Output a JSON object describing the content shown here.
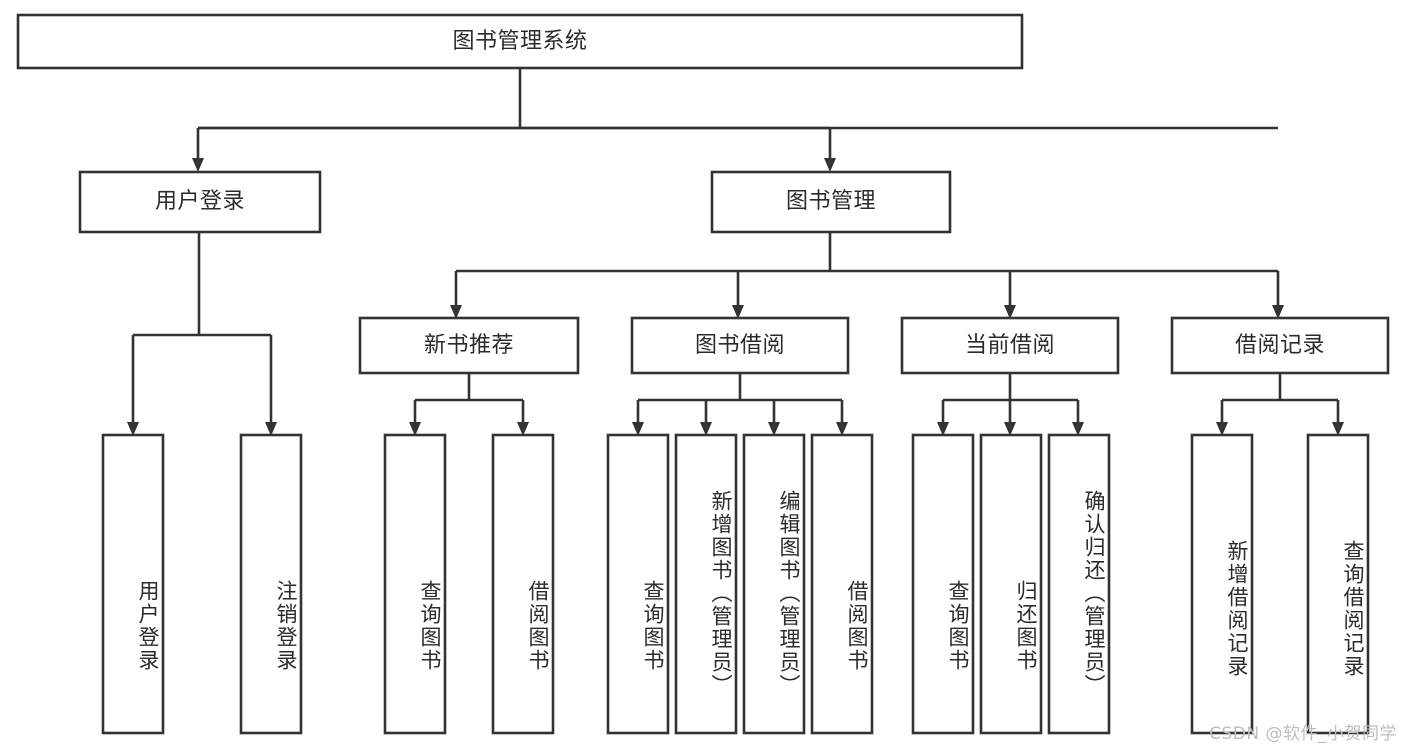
{
  "diagram": {
    "type": "tree-hierarchy",
    "title": "图书管理系统",
    "orientation": "top-down",
    "colors": {
      "box_stroke": "#333333",
      "box_fill": "#ffffff",
      "text": "#2b2b2b",
      "background": "#ffffff",
      "watermark": "#bdbdbd"
    },
    "root": {
      "label": "图书管理系统"
    },
    "level2": [
      {
        "label": "用户登录"
      },
      {
        "label": "图书管理"
      }
    ],
    "level3": [
      {
        "label": "新书推荐"
      },
      {
        "label": "图书借阅"
      },
      {
        "label": "当前借阅"
      },
      {
        "label": "借阅记录"
      }
    ],
    "leaves": {
      "user_login": [
        {
          "label": "用户登录"
        },
        {
          "label": "注销登录"
        }
      ],
      "new_book": [
        {
          "label": "查询图书"
        },
        {
          "label": "借阅图书"
        }
      ],
      "book_borrow": [
        {
          "label": "查询图书"
        },
        {
          "label": "新增图书（管理员）"
        },
        {
          "label": "编辑图书（管理员）"
        },
        {
          "label": "借阅图书"
        }
      ],
      "current_borrow": [
        {
          "label": "查询图书"
        },
        {
          "label": "归还图书"
        },
        {
          "label": "确认归还（管理员）"
        }
      ],
      "borrow_record": [
        {
          "label": "新增借阅记录"
        },
        {
          "label": "查询借阅记录"
        }
      ]
    }
  },
  "watermark": {
    "text": "CSDN @软件_小贺同学"
  }
}
